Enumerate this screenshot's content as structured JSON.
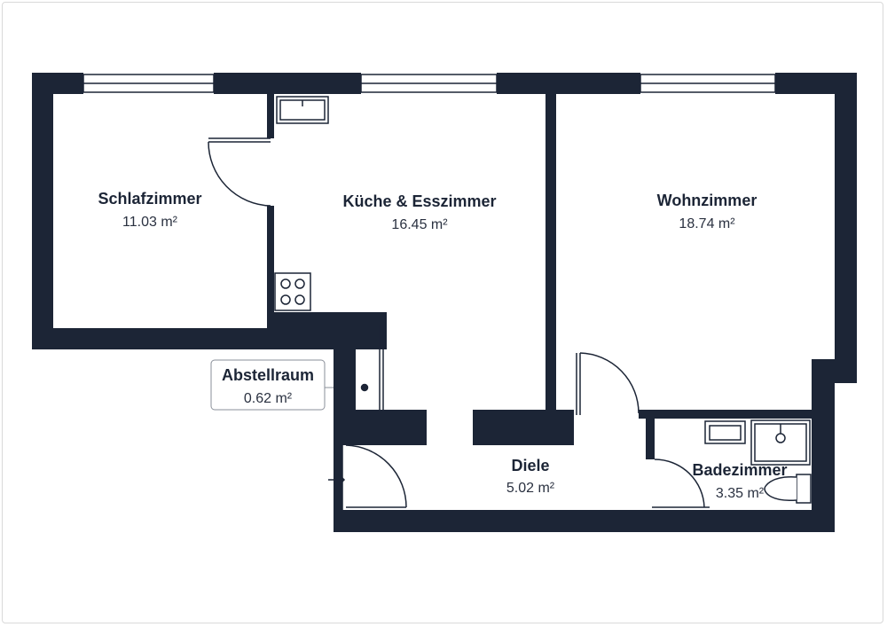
{
  "colors": {
    "wall": "#1c2536",
    "background": "#ffffff",
    "line": "#1c2536"
  },
  "rooms": [
    {
      "id": "schlafzimmer",
      "name": "Schlafzimmer",
      "area": "11.03 m²"
    },
    {
      "id": "kueche",
      "name": "Küche & Esszimmer",
      "area": "16.45 m²"
    },
    {
      "id": "wohnzimmer",
      "name": "Wohnzimmer",
      "area": "18.74 m²"
    },
    {
      "id": "abstellraum",
      "name": "Abstellraum",
      "area": "0.62 m²"
    },
    {
      "id": "diele",
      "name": "Diele",
      "area": "5.02 m²"
    },
    {
      "id": "badezimmer",
      "name": "Badezimmer",
      "area": "3.35 m²"
    }
  ],
  "icons": {
    "entrance": "entrance-arrow-icon",
    "stove": "stove-icon",
    "sink": "sink-icon",
    "shower": "shower-icon",
    "toilet": "toilet-icon"
  }
}
